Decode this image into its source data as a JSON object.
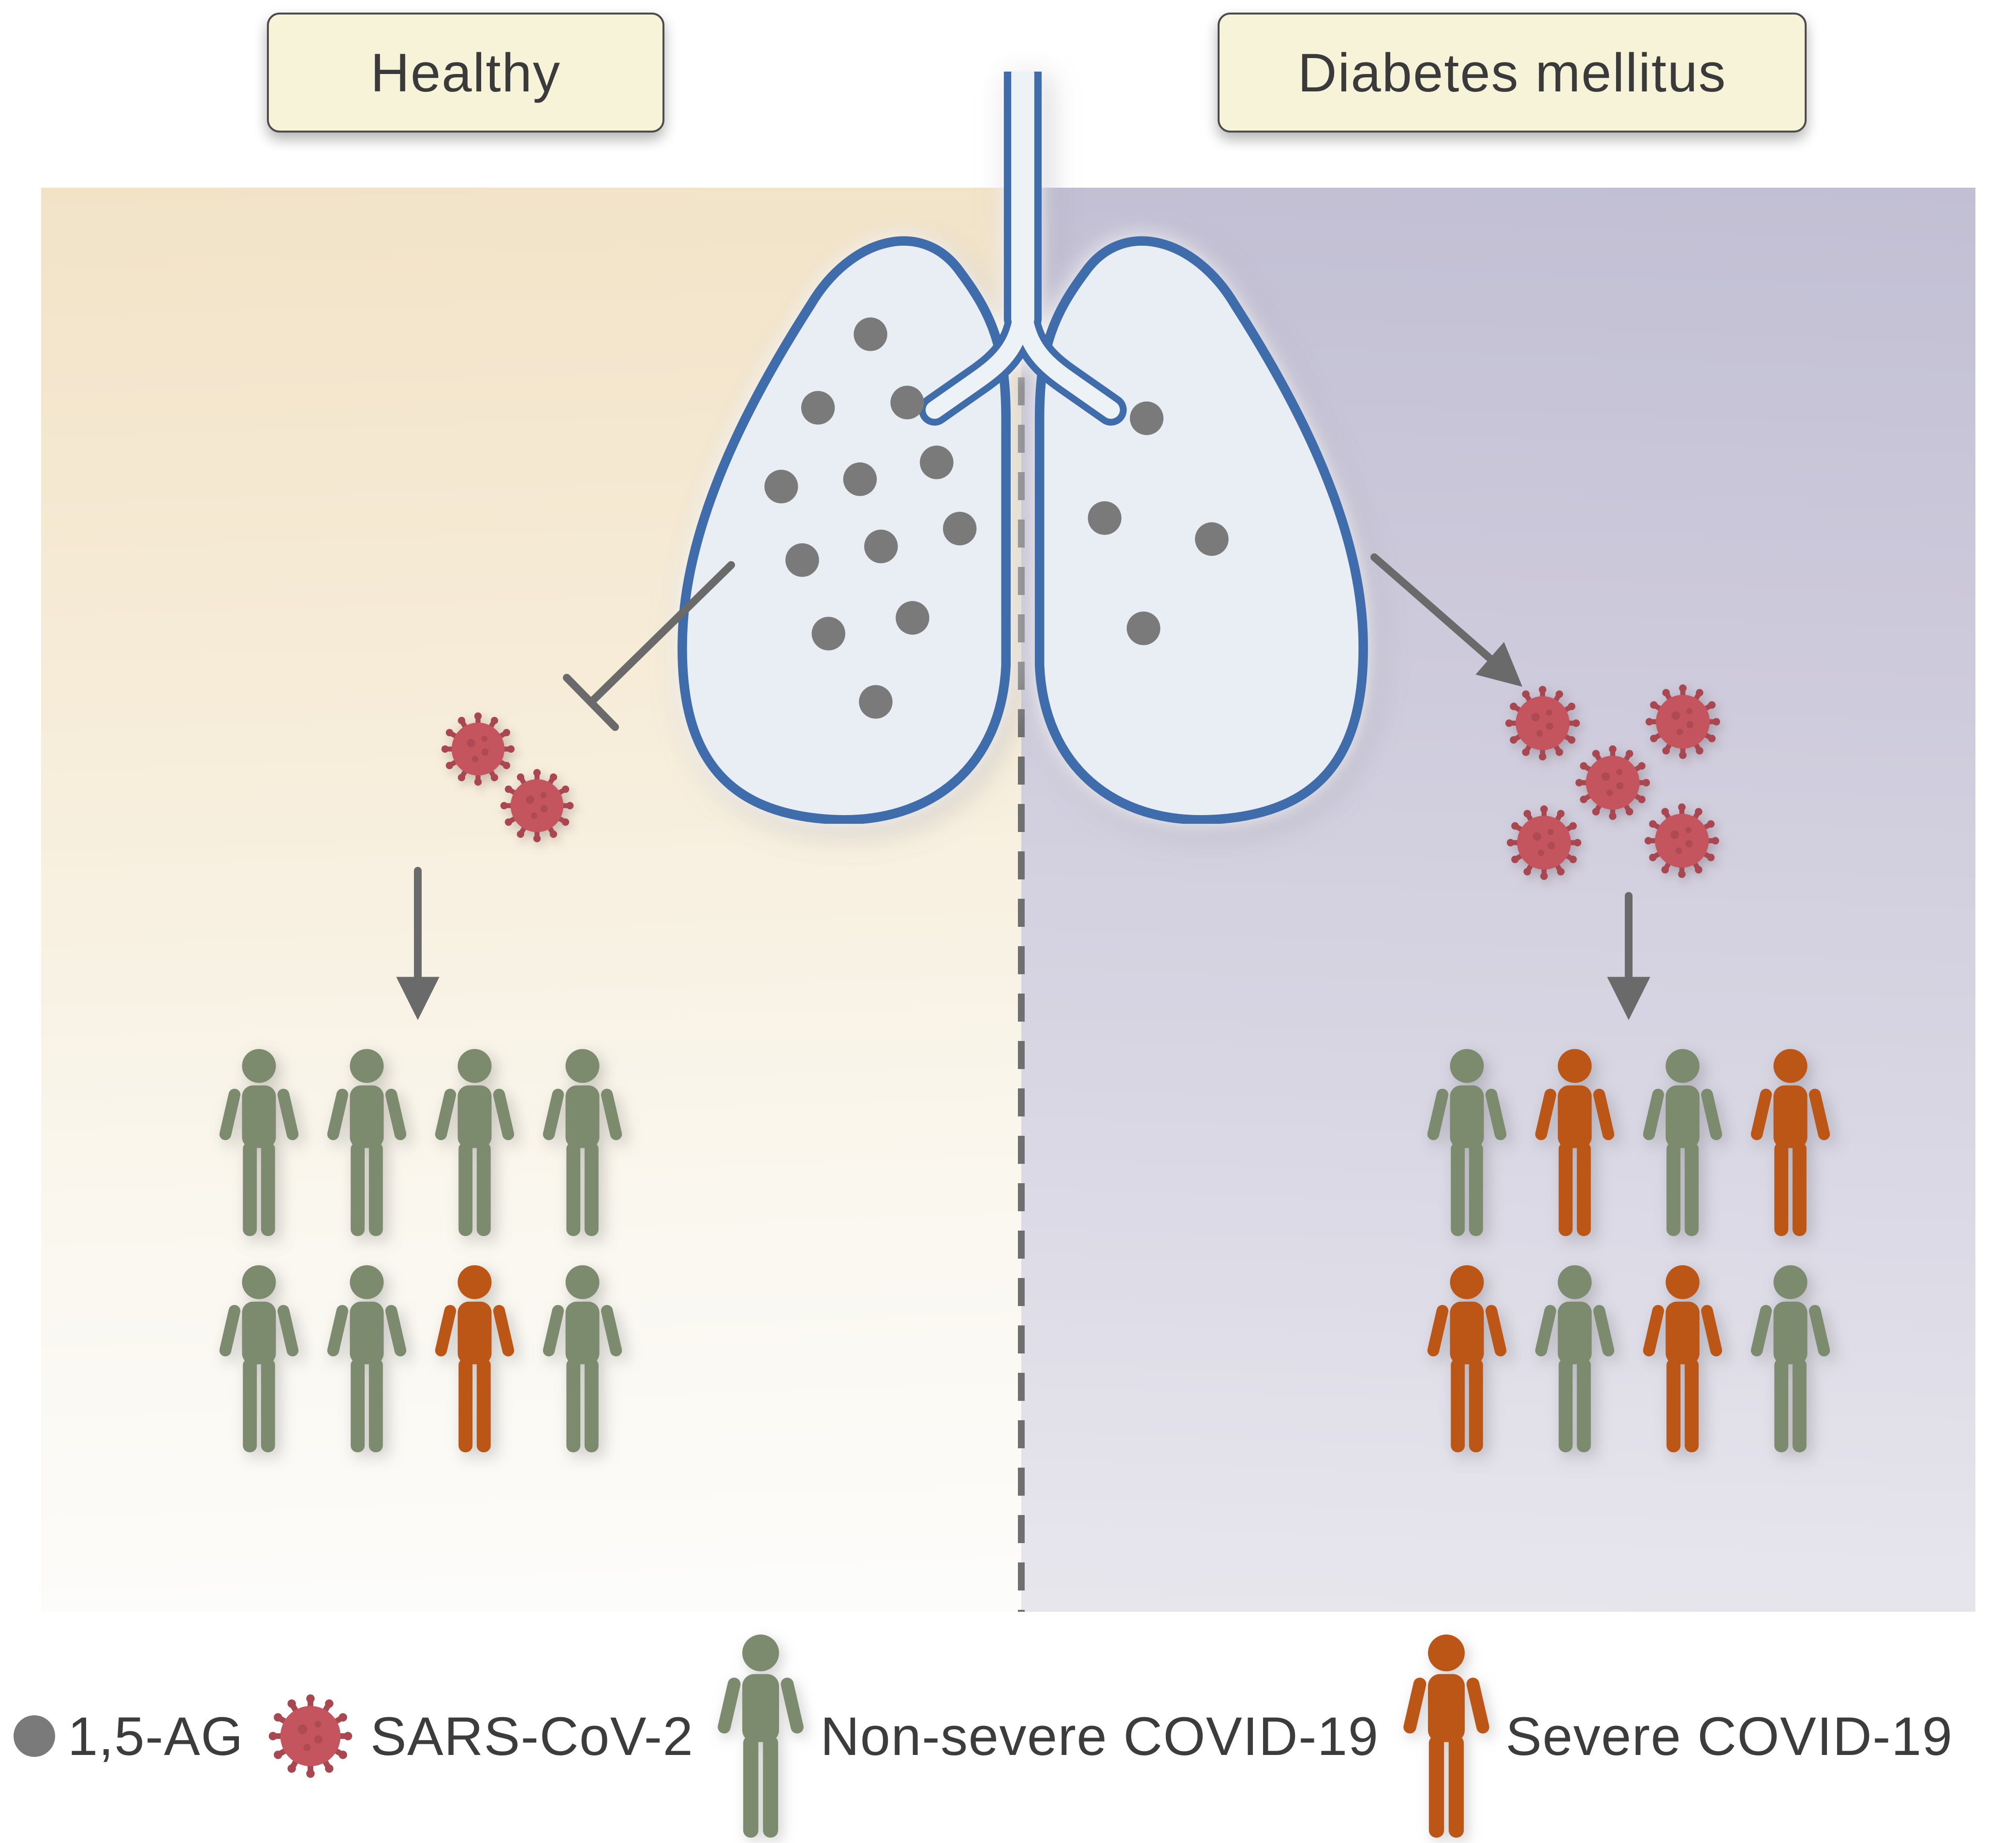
{
  "figure": {
    "panels": {
      "healthy": {
        "label": "Healthy",
        "lung_dot_count": 12,
        "virus_count": 2,
        "people_rows": [
          [
            "non-severe",
            "non-severe",
            "non-severe",
            "non-severe"
          ],
          [
            "non-severe",
            "non-severe",
            "severe",
            "non-severe"
          ]
        ]
      },
      "diabetes": {
        "label": "Diabetes mellitus",
        "lung_dot_count": 4,
        "virus_count": 5,
        "people_rows": [
          [
            "non-severe",
            "severe",
            "non-severe",
            "severe"
          ],
          [
            "severe",
            "non-severe",
            "severe",
            "non-severe"
          ]
        ]
      }
    },
    "legend": [
      {
        "icon": "ag-dot-icon",
        "label": "1,5-AG"
      },
      {
        "icon": "sars-cov-2-icon",
        "label": "SARS-CoV-2"
      },
      {
        "icon": "person-non-severe-icon",
        "label": "Non-severe COVID-19"
      },
      {
        "icon": "person-severe-icon",
        "label": "Severe COVID-19"
      }
    ],
    "colors": {
      "non_severe_green": "#7c8b6e",
      "severe_orange": "#bc5617",
      "virus_body": "#c4555f",
      "virus_spike": "#a84750",
      "ag_dot_gray": "#7a7a7a",
      "lung_outline_blue": "#3f6cab",
      "lung_fill": "#e9eef5",
      "arrow_gray": "#6a6a6a",
      "healthy_bg_top": "#f2e3c7",
      "diabetes_bg_top": "#c2bfd4"
    }
  }
}
